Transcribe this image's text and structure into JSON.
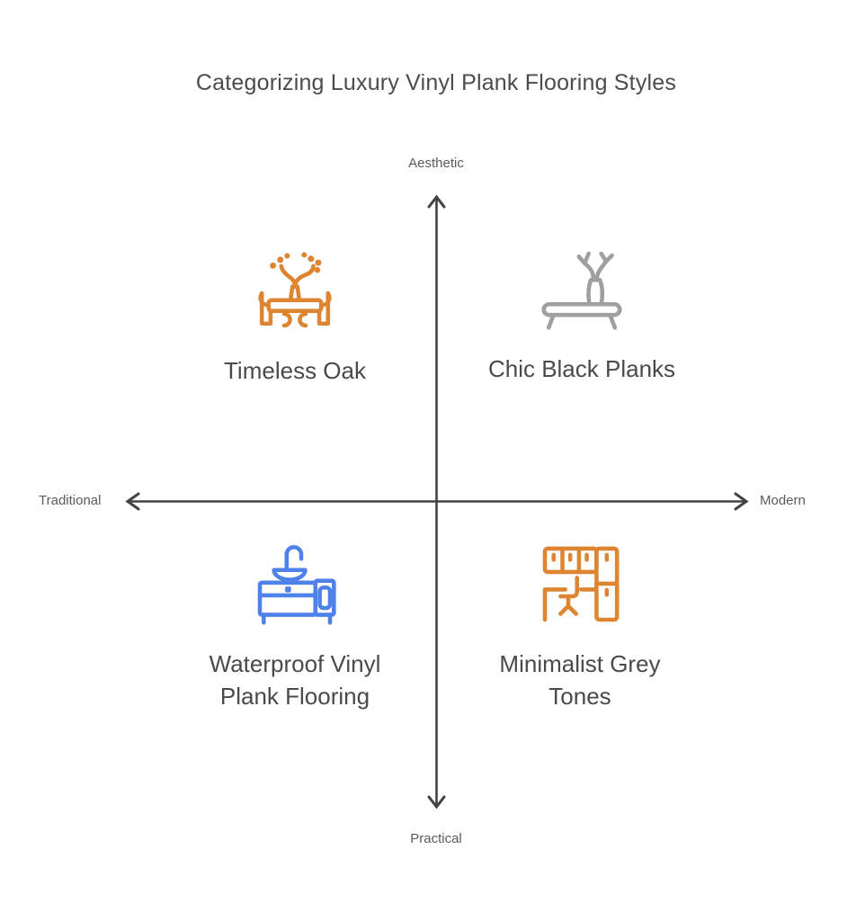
{
  "title": "Categorizing Luxury Vinyl Plank Flooring Styles",
  "axes": {
    "top": "Aesthetic",
    "bottom": "Practical",
    "left": "Traditional",
    "right": "Modern"
  },
  "quadrants": [
    {
      "position": "top-left",
      "label": "Timeless Oak",
      "icon": "bonsai-table-icon",
      "color": "#DE8532"
    },
    {
      "position": "top-right",
      "label": "Chic Black Planks",
      "icon": "vase-branches-icon",
      "color": "#9E9FA1"
    },
    {
      "position": "bottom-left",
      "label": "Waterproof Vinyl Plank Flooring",
      "icon": "sink-vanity-icon",
      "color": "#4E82EA"
    },
    {
      "position": "bottom-right",
      "label": "Minimalist Grey Tones",
      "icon": "kitchen-cabinets-icon",
      "color": "#DE8532"
    }
  ],
  "colors": {
    "background": "#FFFFFF",
    "axis": "#424242",
    "title_text": "#4C4C4C",
    "label_text": "#4A4A4A",
    "axis_label_text": "#5B5B5B"
  }
}
